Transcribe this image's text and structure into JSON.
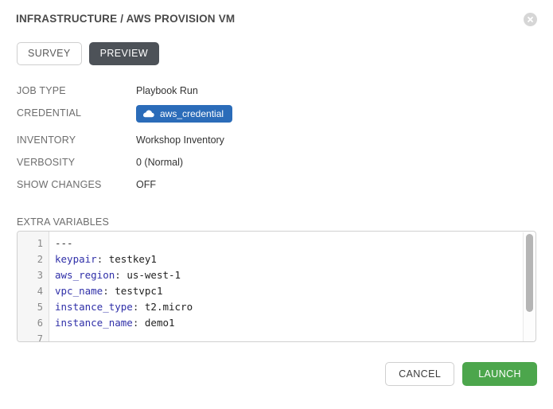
{
  "dialog": {
    "title": "INFRASTRUCTURE / AWS PROVISION VM",
    "close_icon": "close-circle-icon"
  },
  "tabs": [
    {
      "label": "SURVEY",
      "active": false
    },
    {
      "label": "PREVIEW",
      "active": true
    }
  ],
  "details": [
    {
      "label": "JOB TYPE",
      "value": "Playbook Run"
    },
    {
      "label": "CREDENTIAL",
      "value": "aws_credential",
      "badge": true,
      "icon": "cloud-icon"
    },
    {
      "label": "INVENTORY",
      "value": "Workshop Inventory"
    },
    {
      "label": "VERBOSITY",
      "value": "0 (Normal)"
    },
    {
      "label": "SHOW CHANGES",
      "value": "OFF"
    }
  ],
  "extra_variables": {
    "label": "EXTRA VARIABLES",
    "line_numbers": [
      "1",
      "2",
      "3",
      "4",
      "5",
      "6",
      "7"
    ],
    "lines": [
      {
        "key": "",
        "sep": "",
        "value": "---"
      },
      {
        "key": "keypair",
        "sep": ": ",
        "value": "testkey1"
      },
      {
        "key": "aws_region",
        "sep": ": ",
        "value": "us-west-1"
      },
      {
        "key": "vpc_name",
        "sep": ": ",
        "value": "testvpc1"
      },
      {
        "key": "instance_type",
        "sep": ": ",
        "value": "t2.micro"
      },
      {
        "key": "instance_name",
        "sep": ": ",
        "value": "demo1"
      },
      {
        "key": "",
        "sep": "",
        "value": ""
      }
    ]
  },
  "footer": {
    "cancel_label": "CANCEL",
    "launch_label": "LAUNCH"
  },
  "colors": {
    "accent_blue": "#2b6cb9",
    "launch_green": "#4ca64c",
    "tab_active": "#4d5258",
    "yaml_key": "#2f2fa8"
  }
}
